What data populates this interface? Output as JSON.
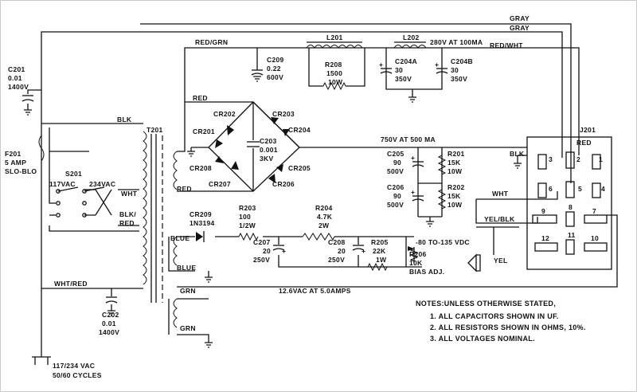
{
  "labels": {
    "gray1": "GRAY",
    "gray2": "GRAY",
    "red_grn": "RED/GRN",
    "l201": "L201",
    "l202": "L202",
    "hv_out": "280V AT 100MA",
    "red_wht": "RED/WHT",
    "c209": [
      "C209",
      "0.22",
      "600V"
    ],
    "r208": [
      "R208",
      "1500",
      "10W"
    ],
    "c204a": [
      "C204A",
      "30",
      "350V"
    ],
    "c204b": [
      "C204B",
      "30",
      "350V"
    ],
    "c201": [
      "C201",
      "0.01",
      "1400V"
    ],
    "blk_top": "BLK",
    "t201": "T201",
    "red_top": "RED",
    "cr202": "CR202",
    "cr203": "CR203",
    "cr201": "CR201",
    "cr204": "CR204",
    "c203": [
      "C203",
      "0.001",
      "3KV"
    ],
    "cr208": "CR208",
    "cr205": "CR205",
    "cr207": "CR207",
    "cr206": "CR206",
    "red_bot": "RED",
    "f201": [
      "F201",
      "5 AMP",
      "SLO-BLO"
    ],
    "s201": "S201",
    "v117": "117VAC",
    "v234": "234VAC",
    "wht_mid": "WHT",
    "blk_red": [
      "BLK/",
      "RED"
    ],
    "mid_out": "750V AT 500 MA",
    "c205": [
      "C205",
      "90",
      "500V"
    ],
    "r201": [
      "R201",
      "15K",
      "10W"
    ],
    "c206": [
      "C206",
      "90",
      "500V"
    ],
    "r202": [
      "R202",
      "15K",
      "10W"
    ],
    "j201": "J201",
    "blk_j": "BLK",
    "red_j": "RED",
    "wht_j": "WHT",
    "yel_blk": "YEL/BLK",
    "yel": "YEL",
    "pins": [
      "1",
      "2",
      "3",
      "4",
      "5",
      "6",
      "7",
      "8",
      "9",
      "10",
      "11",
      "12"
    ],
    "cr209": [
      "CR209",
      "1N3194"
    ],
    "r203": [
      "R203",
      "100",
      "1/2W"
    ],
    "r204": [
      "R204",
      "4.7K",
      "2W"
    ],
    "blue1": "BLUE",
    "blue2": "BLUE",
    "c207": [
      "C207",
      "20",
      "250V"
    ],
    "c208": [
      "C208",
      "20",
      "250V"
    ],
    "r205": [
      "R205",
      "22K",
      "1W"
    ],
    "bias": "-80 TO-135 VDC",
    "r206": [
      "R206",
      "10K",
      "BIAS ADJ."
    ],
    "wht_red": "WHT/RED",
    "c202": [
      "C202",
      "0.01",
      "1400V"
    ],
    "grn1": "GRN",
    "fil": "12.6VAC AT 5.0AMPS",
    "grn2": "GRN",
    "mains": [
      "117/234 VAC",
      "50/60 CYCLES"
    ],
    "plus": "+"
  },
  "notes": [
    "NOTES:UNLESS OTHERWISE STATED,",
    "1.  ALL CAPACITORS SHOWN IN UF.",
    "2.  ALL RESISTORS SHOWN IN OHMS, 10%.",
    "3.  ALL VOLTAGES NOMINAL."
  ]
}
